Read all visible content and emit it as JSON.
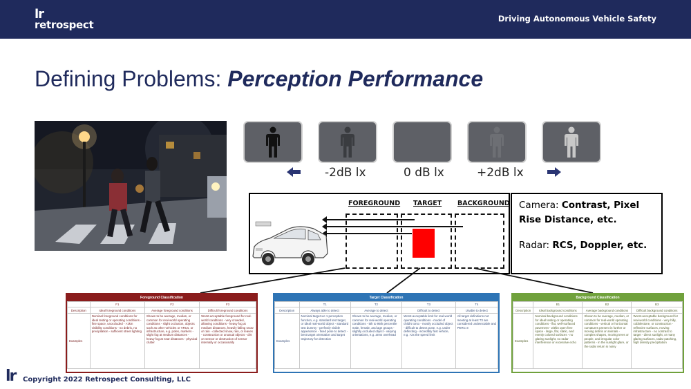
{
  "header": {
    "logo_mark": "lr",
    "logo_text": "retrospect",
    "title": "Driving Autonomous Vehicle Safety",
    "color": "#1f2a5c"
  },
  "slide": {
    "title_plain": "Defining Problems: ",
    "title_emphasis": "Perception Performance"
  },
  "contrast_tiles": [
    {
      "figure_color": "#111111",
      "background": "#5e6066"
    },
    {
      "figure_color": "#3a3c40",
      "background": "#5e6066"
    },
    {
      "figure_color": "#5e6066",
      "background": "#5e6066"
    },
    {
      "figure_color": "#6d6f74",
      "background": "#5e6066"
    },
    {
      "figure_color": "#c8c8c8",
      "background": "#5e6066"
    }
  ],
  "contrast_labels": [
    "-2dB lx",
    "0 dB lx",
    "+2dB lx"
  ],
  "arrows": {
    "left_icon": "arrow-left-icon",
    "right_icon": "arrow-right-icon",
    "color": "#2a3573"
  },
  "diagram": {
    "foreground": "FOREGROUND",
    "target": "TARGET",
    "background": "BACKGROUND",
    "target_color": "#ff0000"
  },
  "sensors": {
    "camera_prefix": "Camera: ",
    "camera_metrics": "Contrast, Pixel Rise Distance, etc.",
    "radar_prefix": "Radar: ",
    "radar_metrics": "RCS, Doppler, etc."
  },
  "tables": {
    "foreground": {
      "title": "Foreground Classification",
      "row_description": "Description",
      "row_examples": "Examples",
      "columns": [
        "F1",
        "F2",
        "F3"
      ],
      "descriptions": [
        "Ideal foreground conditions",
        "Average foreground conditions",
        "Difficult foreground conditions"
      ],
      "examples": [
        "Nominal foreground conditions for ideal testing or operating conditions - fine space, unoccluded - >1km visibility conditions - no debris, no precipitation - sufficient street lighting",
        "Shown to be average, median, or common for real-world operating conditions - slight occlusion, objects such as other vehicles or VRUs, or infrastructure, e.g. poles, markers - slight fog at medium distances - heavy fog at near distances - physical clutter",
        "Worst-acceptable foreground for real-world conditions - very crowded, allowing conditions - heavy fog at medium distances, heavily falling snow or rain - collected snow, rain, or leaves - construction or unusual objects - dirt on sensor or obstruction of sensor internally or occasionally"
      ]
    },
    "target": {
      "title": "Target Classification",
      "row_description": "Description",
      "row_examples": "Examples",
      "columns": [
        "T1",
        "T2",
        "T3",
        "T4"
      ],
      "descriptions": [
        "Always able to detect",
        "Average to detect",
        "Difficult to detect",
        "Unable to detect"
      ],
      "examples": [
        "Nominal target wc 1 perception function, e.g. standard test target, or ideal real-world object - standard test dummy - perfectly visible appearance - fixed pose to detect - best target orientation and target trajectory for detection",
        "Shown to be average, median, or common for real-world operating conditions - 5th to 95th percentile male, female, and age groups - slightly occluded object - varying orientations, e.g. arms overhead",
        "Worst-acceptable limit for real-world operating conditions - model of child's torso - mostly occluded object - difficult to detect pose, e.g. under deflecting - incredibly fast vehicle, e.g. >2x the speed limit",
        "All target definitions not meeting at least T3 are considered undetectable and PERC-3"
      ]
    },
    "background": {
      "title": "Background Classification",
      "row_description": "Description",
      "row_examples": "Examples",
      "columns": [
        "B1",
        "B2",
        "B3"
      ],
      "descriptions": [
        "Ideal background conditions",
        "Average background conditions",
        "Difficult background conditions"
      ],
      "examples": [
        "Nominal background conditions for ideal testing or operating conditions - flat, well-surfaced pavement - within open free space - large, flat, static, and evenly colored surfaces - no glaring sunlight, no radar interference or excessive echo",
        "Shown to be average, median, or common for real-world operating conditions - vertical or horizontal curvatures present in further or moving debris or animals - complex shapes, moving trees or people, and irregular color patterns - in the sunlight glare, or the radar return is noisy",
        "Worst-acceptable background for real-world conditions - very hilly, cobblestone, or construction - reflective surfaces, moving infrastructure - no contrast to target - direct sunlight, or many glaring surfaces, radar patching, high density precipitation"
      ]
    }
  },
  "footer": {
    "mark": "lr",
    "copyright": "Copyright  2022 Retrospect Consulting, LLC"
  }
}
